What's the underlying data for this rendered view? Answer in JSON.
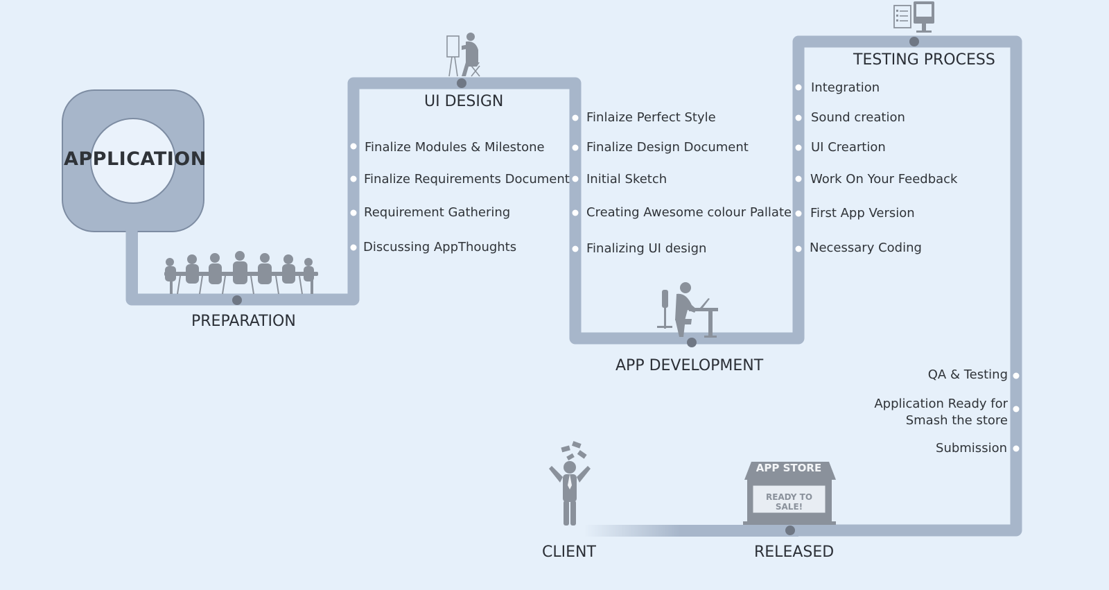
{
  "center": {
    "label": "APPLICATION"
  },
  "stages": {
    "preparation": "PREPARATION",
    "ui_design": "UI DESIGN",
    "app_development": "APP DEVELOPMENT",
    "testing_process": "TESTING PROCESS",
    "released": "RELEASED",
    "client": "CLIENT"
  },
  "preparation_items": [
    "Discussing AppThoughts",
    "Requirement Gathering",
    "Finalize  Requirements Document",
    "Finalize Modules & Milestone"
  ],
  "ui_design_items": [
    "Finlaize Perfect Style",
    "Finalize Design Document",
    "Initial Sketch",
    "Creating Awesome colour Pallate",
    "Finalizing UI design"
  ],
  "development_items": [
    "Integration",
    "Sound creation",
    "UI Creartion",
    "Work On Your Feedback",
    "First App Version",
    "Necessary Coding"
  ],
  "testing_items": [
    "QA & Testing",
    "Application Ready for",
    "Smash the store",
    "Submission"
  ],
  "store": {
    "sign": "APP STORE",
    "board": "READY TO SALE!"
  },
  "colors": {
    "track": "#a7b6ca",
    "track_dark": "#8e9db2",
    "silhouette": "#8a919b",
    "node": "#6f7784",
    "bullet": "#ffffff",
    "background": "#e6f0fa"
  },
  "icons": {
    "meeting": "meeting-people-icon",
    "painter": "painter-easel-icon",
    "developer": "developer-desk-icon",
    "monitor": "monitor-checklist-icon",
    "client": "client-celebrating-icon",
    "money": "money-bills-icon",
    "store": "app-store-stand-icon"
  }
}
